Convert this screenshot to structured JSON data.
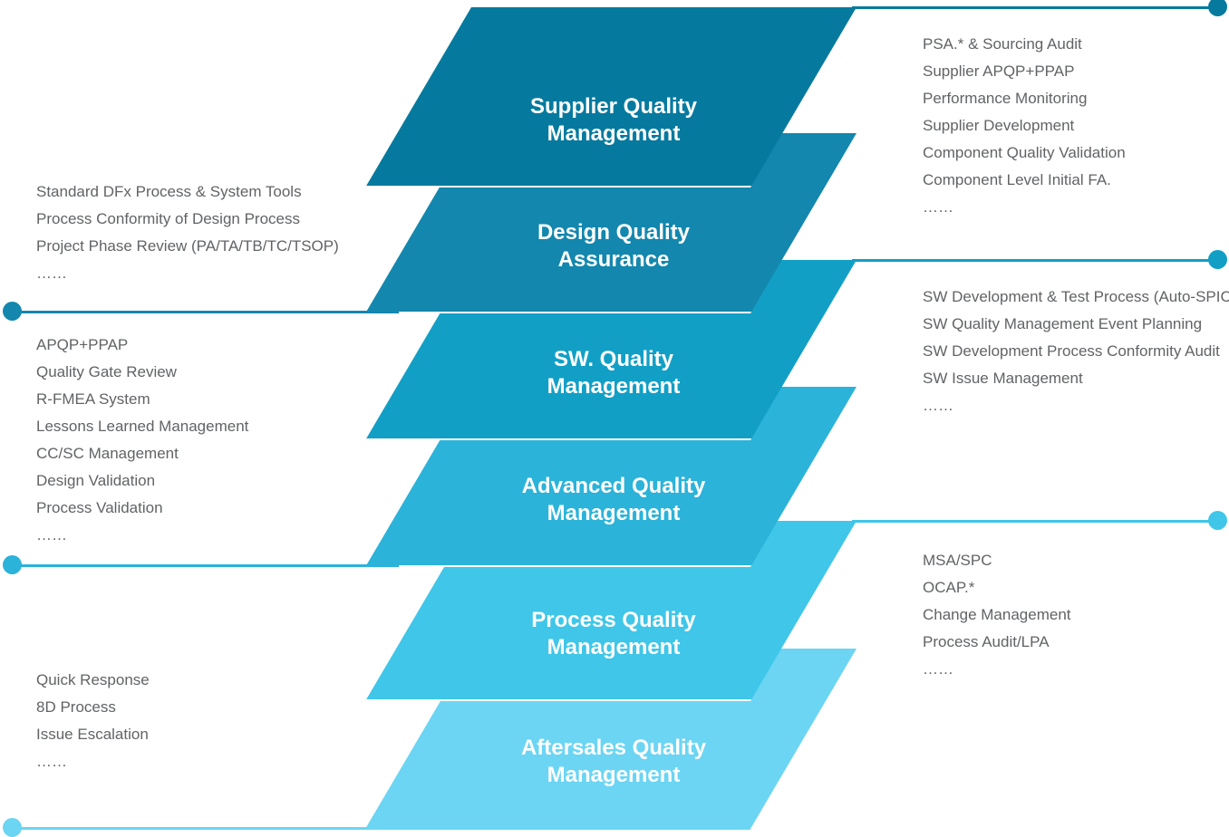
{
  "canvas": {
    "background": "#ffffff"
  },
  "bands": [
    {
      "line1": "Supplier Quality",
      "line2": "Management",
      "color": "#067a9e"
    },
    {
      "line1": "Design Quality",
      "line2": "Assurance",
      "color": "#1387ad"
    },
    {
      "line1": "SW. Quality",
      "line2": "Management",
      "color": "#129fc6"
    },
    {
      "line1": "Advanced Quality",
      "line2": "Management",
      "color": "#2bb3d9"
    },
    {
      "line1": "Process Quality",
      "line2": "Management",
      "color": "#3fc6e8"
    },
    {
      "line1": "Aftersales Quality",
      "line2": "Management",
      "color": "#6bd5f3"
    }
  ],
  "left_lists": [
    {
      "items": [
        "Standard DFx Process & System Tools",
        "Process Conformity of Design Process",
        "Project Phase Review (PA/TA/TB/TC/TSOP)",
        "……"
      ]
    },
    {
      "items": [
        "APQP+PPAP",
        "Quality Gate Review",
        "R-FMEA System",
        "Lessons Learned Management",
        "CC/SC Management",
        "Design Validation",
        "Process Validation",
        "……"
      ]
    },
    {
      "items": [
        "Quick Response",
        "8D Process",
        "Issue Escalation",
        "……"
      ]
    }
  ],
  "right_lists": [
    {
      "items": [
        "PSA.* & Sourcing Audit",
        "Supplier APQP+PPAP",
        "Performance Monitoring",
        "Supplier Development",
        "Component Quality Validation",
        "Component Level Initial FA.",
        "……"
      ]
    },
    {
      "items": [
        "SW Development & Test Process (Auto-SPICE)",
        "SW Quality Management Event Planning",
        "SW Development Process Conformity Audit",
        "SW Issue Management",
        "……"
      ]
    },
    {
      "items": [
        "MSA/SPC",
        "OCAP.*",
        "Change Management",
        "Process Audit/LPA",
        "……"
      ]
    }
  ]
}
